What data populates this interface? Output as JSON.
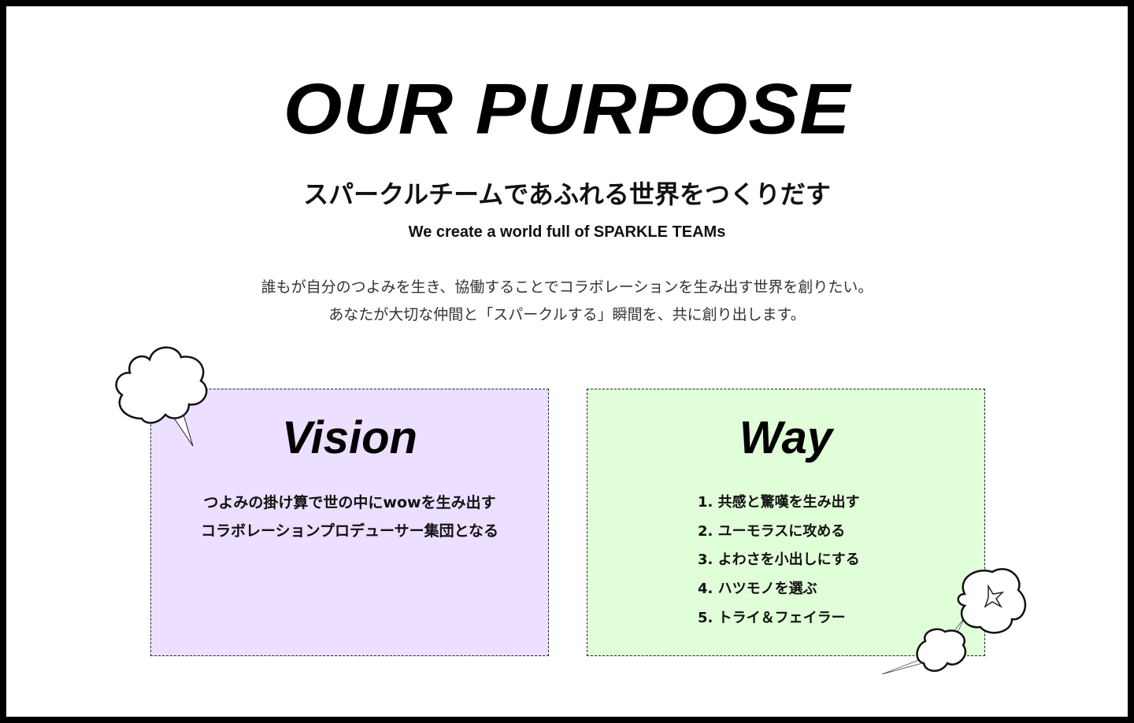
{
  "title": "OUR PURPOSE",
  "subtitle_jp": "スパークルチームであふれる世界をつくりだす",
  "subtitle_en": "We create a world full of SPARKLE TEAMs",
  "description": [
    "誰もが自分のつよみを生き、協働することでコラボレーションを生み出す世界を創りたい。",
    "あなたが大切な仲間と「スパークルする」瞬間を、共に創り出します。"
  ],
  "vision": {
    "heading": "Vision",
    "lines": [
      "つよみの掛け算で世の中にwowを生み出す",
      "コラボレーションプロデューサー集団となる"
    ],
    "color": "#ecdfff"
  },
  "way": {
    "heading": "Way",
    "items": [
      "1. 共感と驚嘆を生み出す",
      "2. ユーモラスに攻める",
      "3. よわさを小出しにする",
      "4. ハツモノを選ぶ",
      "5. トライ＆フェイラー"
    ],
    "color": "#e0ffd8"
  }
}
